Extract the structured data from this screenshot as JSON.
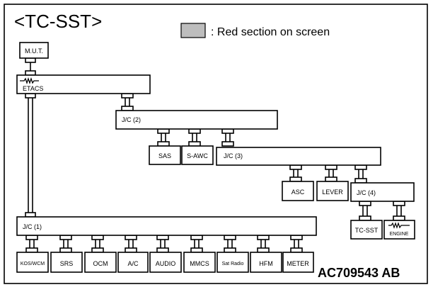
{
  "header": {
    "title": "<TC-SST>",
    "legend_text": ": Red section on screen",
    "legend_swatch_color": "#bdbdbd"
  },
  "figure_id": "AC709543 AB",
  "nodes": {
    "mut": "M.U.T.",
    "etacs": "ETACS",
    "jc2": "J/C (2)",
    "sas": "SAS",
    "sawc": "S-AWC",
    "jc3": "J/C (3)",
    "asc": "ASC",
    "lever": "LEVER",
    "jc4": "J/C (4)",
    "tcsst": "TC-SST",
    "engine": "ENGINE",
    "jc1": "J/C (1)",
    "kos": "KOS/WCM",
    "srs": "SRS",
    "ocm": "OCM",
    "ac": "A/C",
    "audio": "AUDIO",
    "mmcs": "MMCS",
    "sat": "Sat Radio",
    "hfm": "HFM",
    "meter": "METER"
  },
  "icons": {
    "resistor": "resistor-icon"
  }
}
